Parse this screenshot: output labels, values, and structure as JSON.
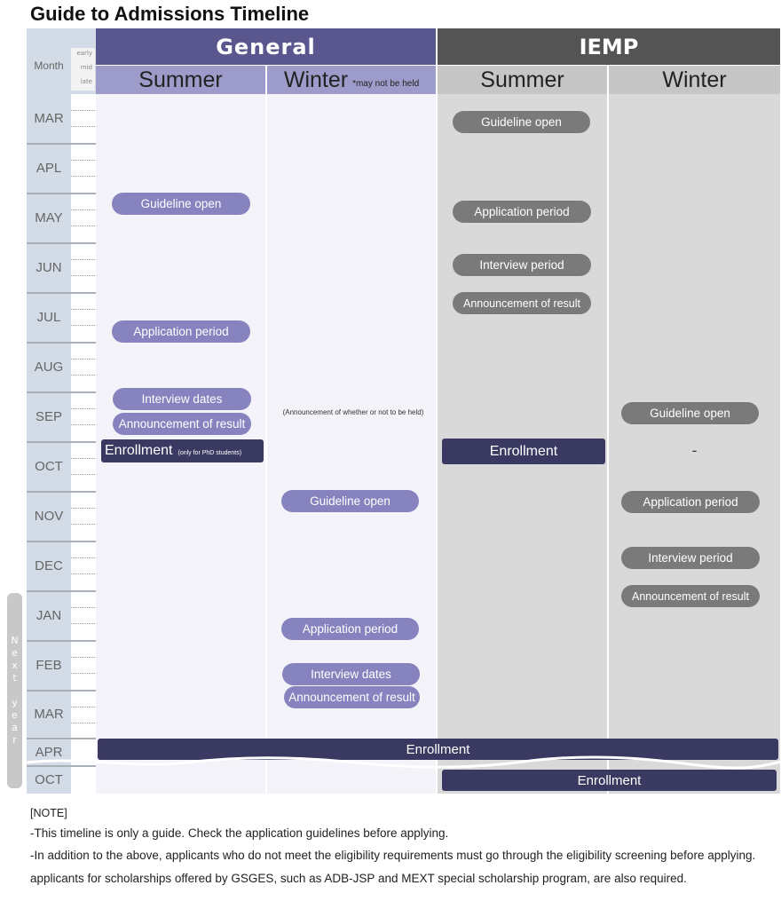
{
  "title": "Guide to Admissions Timeline",
  "headers": {
    "general": "General",
    "iemp": "IEMP",
    "month": "Month",
    "legend": [
      "early",
      "mid",
      "late"
    ],
    "general_summer": "Summer",
    "general_winter": "Winter",
    "general_winter_note": "*may not be held",
    "iemp_summer": "Summer",
    "iemp_winter": "Winter"
  },
  "months": [
    "MAR",
    "APL",
    "MAY",
    "JUN",
    "JUL",
    "AUG",
    "SEP",
    "OCT",
    "NOV",
    "DEC",
    "JAN",
    "FEB",
    "MAR",
    "APR",
    "OCT"
  ],
  "next_year_label": [
    "N",
    "e",
    "x",
    "t",
    "",
    "y",
    "e",
    "a",
    "r"
  ],
  "general_summer": {
    "guideline_open": "Guideline open",
    "application_period": "Application period",
    "interview_dates": "Interview dates",
    "announcement": "Announcement of result",
    "enrollment": "Enrollment",
    "enrollment_note": "(only for PhD students)"
  },
  "general_winter": {
    "held_announcement": "(Announcement of whether or not to be held)",
    "guideline_open": "Guideline open",
    "application_period": "Application period",
    "interview_dates": "Interview dates",
    "announcement": "Announcement of result"
  },
  "iemp_summer": {
    "guideline_open": "Guideline open",
    "application_period": "Application period",
    "interview_period": "Interview period",
    "announcement": "Announcement of result",
    "enrollment": "Enrollment"
  },
  "iemp_winter": {
    "guideline_open": "Guideline open",
    "dash": "-",
    "application_period": "Application period",
    "interview_period": "Interview period",
    "announcement": "Announcement of result"
  },
  "enrollment_apr": "Enrollment",
  "enrollment_oct": "Enrollment",
  "notes": {
    "heading": "[NOTE]",
    "line1": "-This timeline is only a guide. Check the application guidelines before applying.",
    "line2": "-In addition to the above, applicants who do not meet the eligibility requirements must go through the eligibility screening before applying. applicants for scholarships offered by GSGES, such as ADB-JSP and MEXT special scholarship program, are also required."
  }
}
